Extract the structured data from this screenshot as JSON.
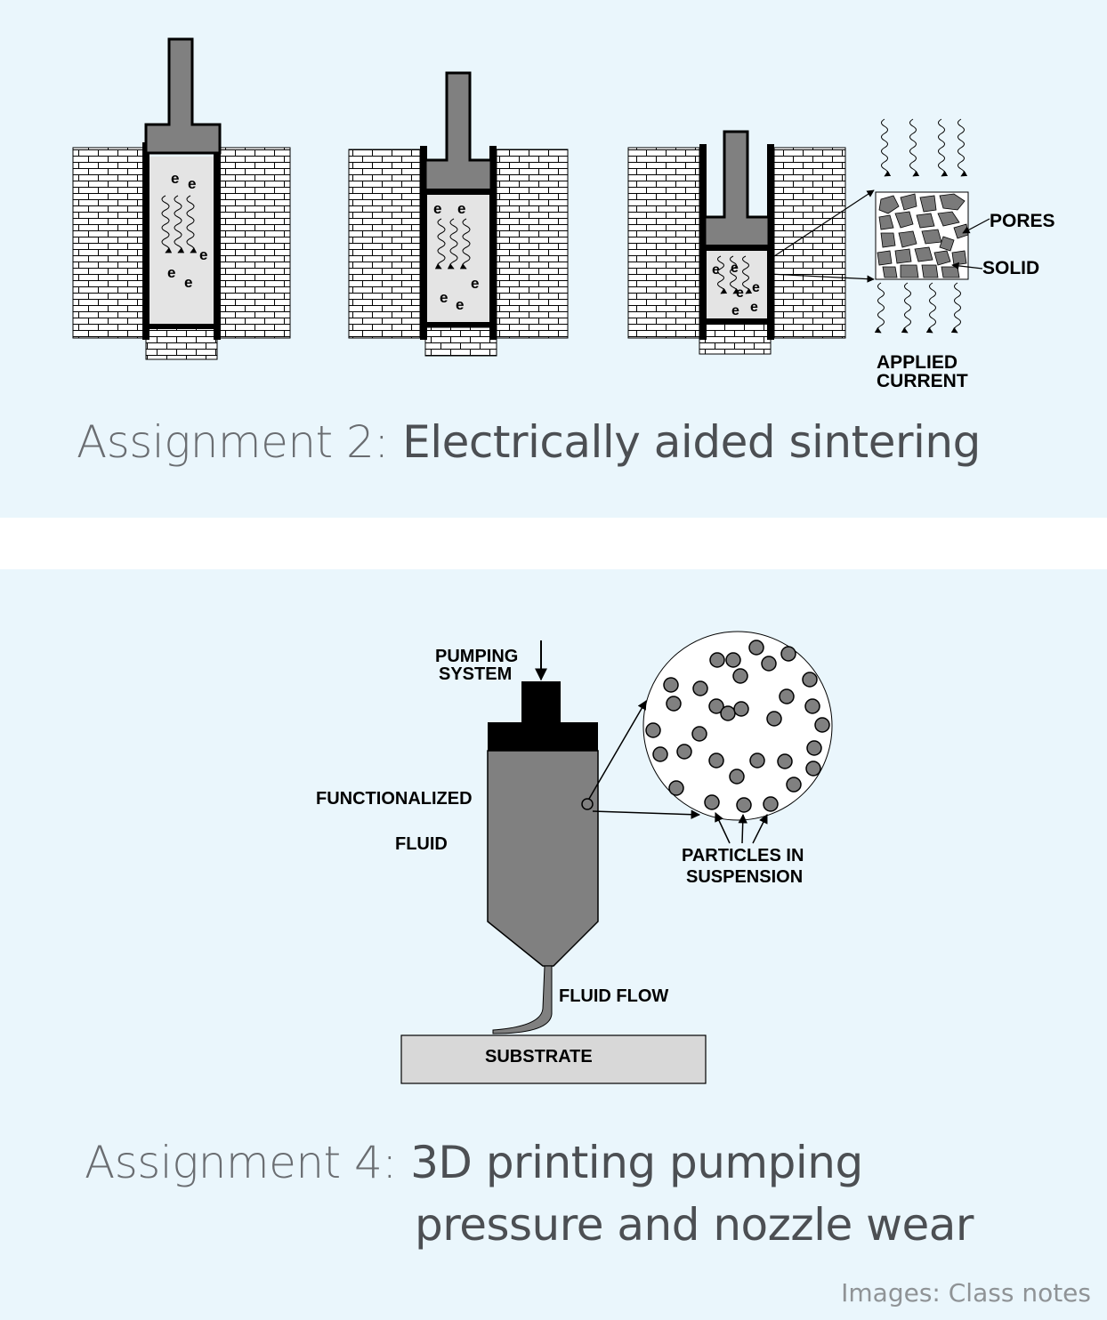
{
  "assignment2": {
    "prefix": "Assignment 2:",
    "title": "Electrically aided sintering",
    "diagram": {
      "electron_symbol": "e",
      "label_pores": "PORES",
      "label_solid": "SOLID",
      "label_applied": "APPLIED",
      "label_current": "CURRENT"
    }
  },
  "assignment4": {
    "prefix": "Assignment 4:",
    "title_line1": "3D printing pumping",
    "title_line2": "pressure and nozzle wear",
    "diagram": {
      "label_pumping": "PUMPING",
      "label_system": "SYSTEM",
      "label_functionalized": "FUNCTIONALIZED",
      "label_fluid": "FLUID",
      "label_particles": "PARTICLES IN",
      "label_suspension": "SUSPENSION",
      "label_fluid_flow": "FLUID FLOW",
      "label_substrate": "SUBSTRATE"
    }
  },
  "credit": "Images: Class notes",
  "colors": {
    "panel_background": "#eaf6fc",
    "diagram_gray": "#808080",
    "sample_fill": "#e4e4e4"
  }
}
